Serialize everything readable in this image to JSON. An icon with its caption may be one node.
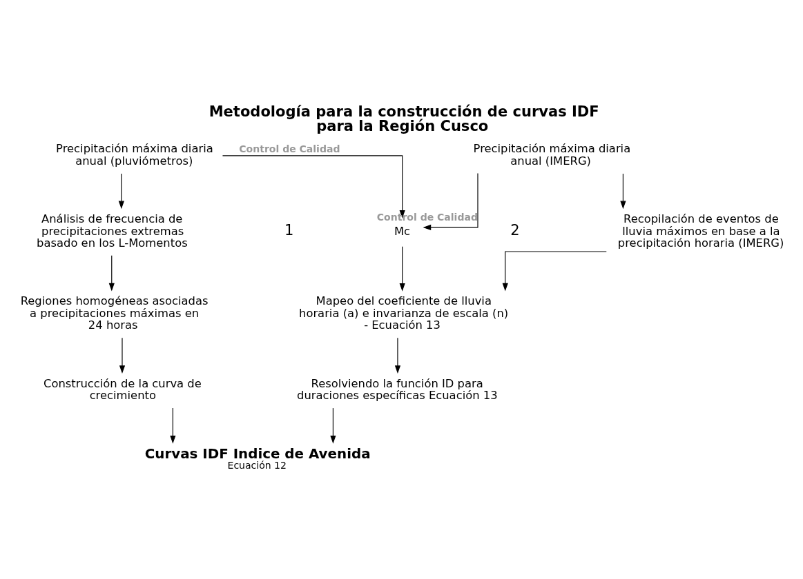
{
  "diagram": {
    "title": "Metodología para la construcción de curvas IDF para la Región Cusco",
    "nodes": [
      {
        "text": [
          "Mc"
        ]
      },
      {
        "text": [
          "Precipitación máxima diaria anual (pluviómetros)"
        ]
      },
      {
        "text": [
          "Análisis de frecuencia de precipitaciones extremas basado en los L-Momentos"
        ]
      },
      {
        "text": [
          "Regiones homogéneas asociadas a precipitaciones máximas en 24 horas"
        ]
      },
      {
        "text": [
          "Construcción de la curva de crecimiento"
        ]
      },
      {
        "text": [
          "Precipitación máxima diaria anual (IMERG)"
        ]
      },
      {
        "text": [
          "Recopilación de eventos de lluvia máximos en base a la precipitación horaria (IMERG)"
        ]
      },
      {
        "text": [
          "Mapeo del coeficiente de lluvia horaria (a) e invarianza de escala (n) - Ecuación 13"
        ]
      },
      {
        "text": [
          "Resolviendo la función ID para duraciones específicas Ecuación 13"
        ]
      },
      {
        "text": [
          "Curvas IDF Indice de Avenida",
          "Ecuación 12"
        ]
      }
    ],
    "edges": [
      {
        "from": 1,
        "to": 0,
        "arrow": "to",
        "label": "Control de Calidad"
      },
      {
        "from": 5,
        "to": 0,
        "arrow": "to",
        "label": "Control de Calidad"
      },
      {
        "from": 1,
        "to": 2,
        "arrow": "to"
      },
      {
        "from": 2,
        "to": 3,
        "arrow": "to"
      },
      {
        "from": 3,
        "to": 4,
        "arrow": "to"
      },
      {
        "from": 4,
        "to": 9,
        "arrow": "to"
      },
      {
        "from": 5,
        "to": 6,
        "arrow": "to"
      },
      {
        "from": 6,
        "to": 7,
        "arrow": "to"
      },
      {
        "from": 0,
        "to": 7,
        "arrow": "to"
      },
      {
        "from": 7,
        "to": 8,
        "arrow": "to"
      },
      {
        "from": 8,
        "to": 9,
        "arrow": "to"
      }
    ],
    "labels": [
      "1",
      "2"
    ]
  }
}
